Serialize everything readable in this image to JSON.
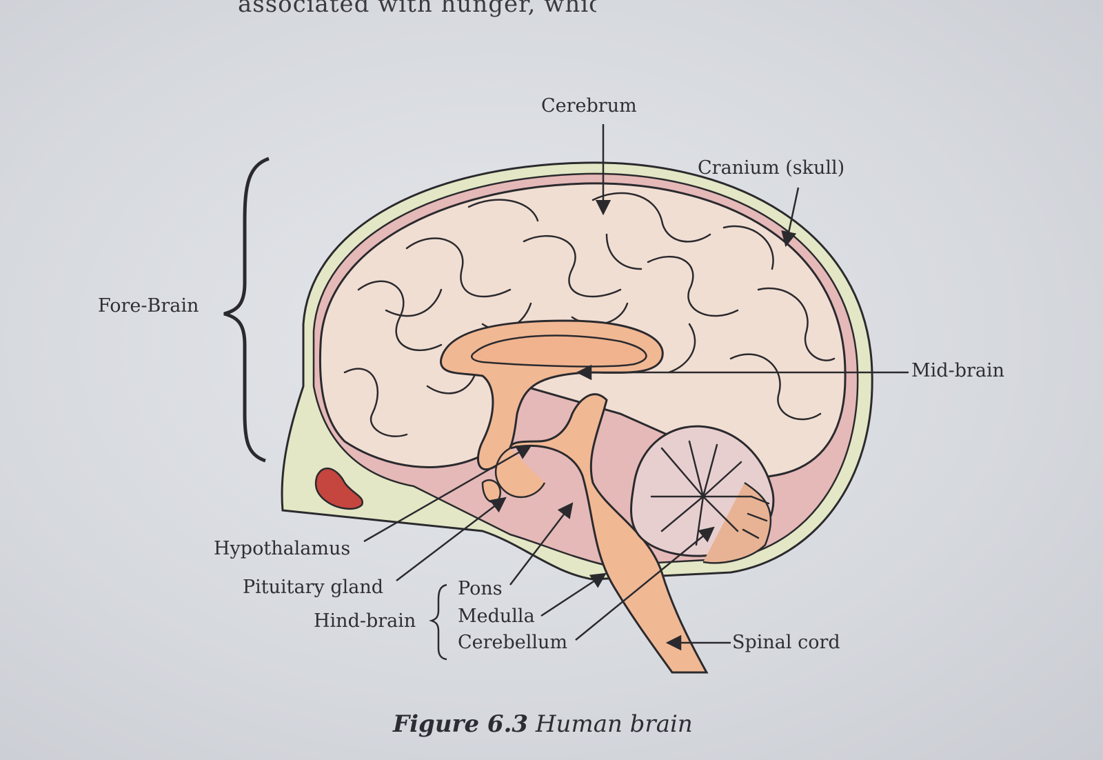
{
  "header_text": "associated with  hunger, which is in the p",
  "labels": {
    "cerebrum": "Cerebrum",
    "cranium": "Cranium (skull)",
    "fore_brain": "Fore-Brain",
    "mid_brain": "Mid-brain",
    "hypothalamus": "Hypothalamus",
    "pituitary": "Pituitary gland",
    "hind_brain": "Hind-brain",
    "pons": "Pons",
    "medulla": "Medulla",
    "cerebellum": "Cerebellum",
    "spinal_cord": "Spinal cord"
  },
  "caption": {
    "figure_number": "Figure  6.3",
    "title": "Human  brain"
  },
  "colors": {
    "skull": "#e3e6c4",
    "membrane": "#e3b8b8",
    "cerebrum": "#f0ddd2",
    "brainstem": "#f0b894",
    "pituitary_red": "#c5463f",
    "outline": "#2a2a2e"
  }
}
